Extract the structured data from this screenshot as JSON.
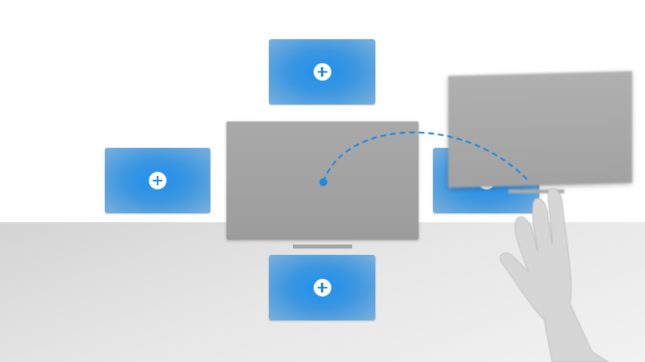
{
  "scene": {
    "tiles": [
      {
        "position": "top",
        "icon": "plus-icon"
      },
      {
        "position": "left",
        "icon": "plus-icon"
      },
      {
        "position": "right",
        "icon": "plus-icon"
      },
      {
        "position": "bottom",
        "icon": "plus-icon"
      }
    ],
    "colors": {
      "accent": "#1e88e5",
      "monitor": "#a3a3a3",
      "floor": "#e0e0e0"
    }
  }
}
